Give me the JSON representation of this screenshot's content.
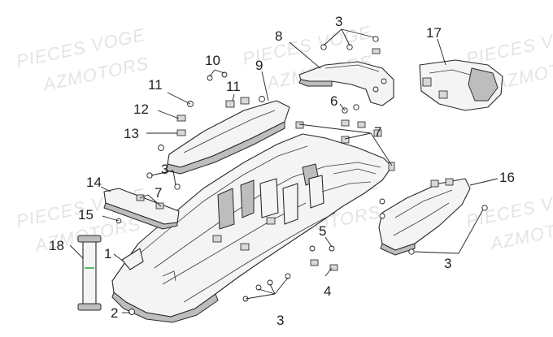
{
  "watermarks": [
    {
      "text": "PIECES VOGE"
    },
    {
      "text": "AZMOTORS"
    },
    {
      "text": "PIECES VOGE"
    },
    {
      "text": "AZMOTORS"
    },
    {
      "text": "PIECES VOGE"
    },
    {
      "text": "AZMOTORS"
    },
    {
      "text": "PIECES VOGE"
    },
    {
      "text": "AZMOTORS"
    },
    {
      "text": "PIECES VOGE"
    },
    {
      "text": "AZMOTORS"
    },
    {
      "text": "PIECES VOGE"
    },
    {
      "text": "AZMOTORS"
    }
  ],
  "callouts": [
    {
      "id": "c1",
      "label": "1"
    },
    {
      "id": "c2",
      "label": "2"
    },
    {
      "id": "c3a",
      "label": "3"
    },
    {
      "id": "c3b",
      "label": "3"
    },
    {
      "id": "c3c",
      "label": "3"
    },
    {
      "id": "c3d",
      "label": "3"
    },
    {
      "id": "c4",
      "label": "4"
    },
    {
      "id": "c5",
      "label": "5"
    },
    {
      "id": "c6",
      "label": "6"
    },
    {
      "id": "c7a",
      "label": "7"
    },
    {
      "id": "c7b",
      "label": "7"
    },
    {
      "id": "c8",
      "label": "8"
    },
    {
      "id": "c9",
      "label": "9"
    },
    {
      "id": "c10",
      "label": "10"
    },
    {
      "id": "c11a",
      "label": "11"
    },
    {
      "id": "c11b",
      "label": "11"
    },
    {
      "id": "c12",
      "label": "12"
    },
    {
      "id": "c13",
      "label": "13"
    },
    {
      "id": "c14",
      "label": "14"
    },
    {
      "id": "c15",
      "label": "15"
    },
    {
      "id": "c16",
      "label": "16"
    },
    {
      "id": "c17",
      "label": "17"
    },
    {
      "id": "c18",
      "label": "18"
    }
  ],
  "colors": {
    "background": "#ffffff",
    "line": "#222222",
    "watermark": "#e4e4e4",
    "part_fill": "#f4f4f4",
    "part_shadow": "#bdbdbd",
    "strap_mark": "#2fae3b"
  }
}
